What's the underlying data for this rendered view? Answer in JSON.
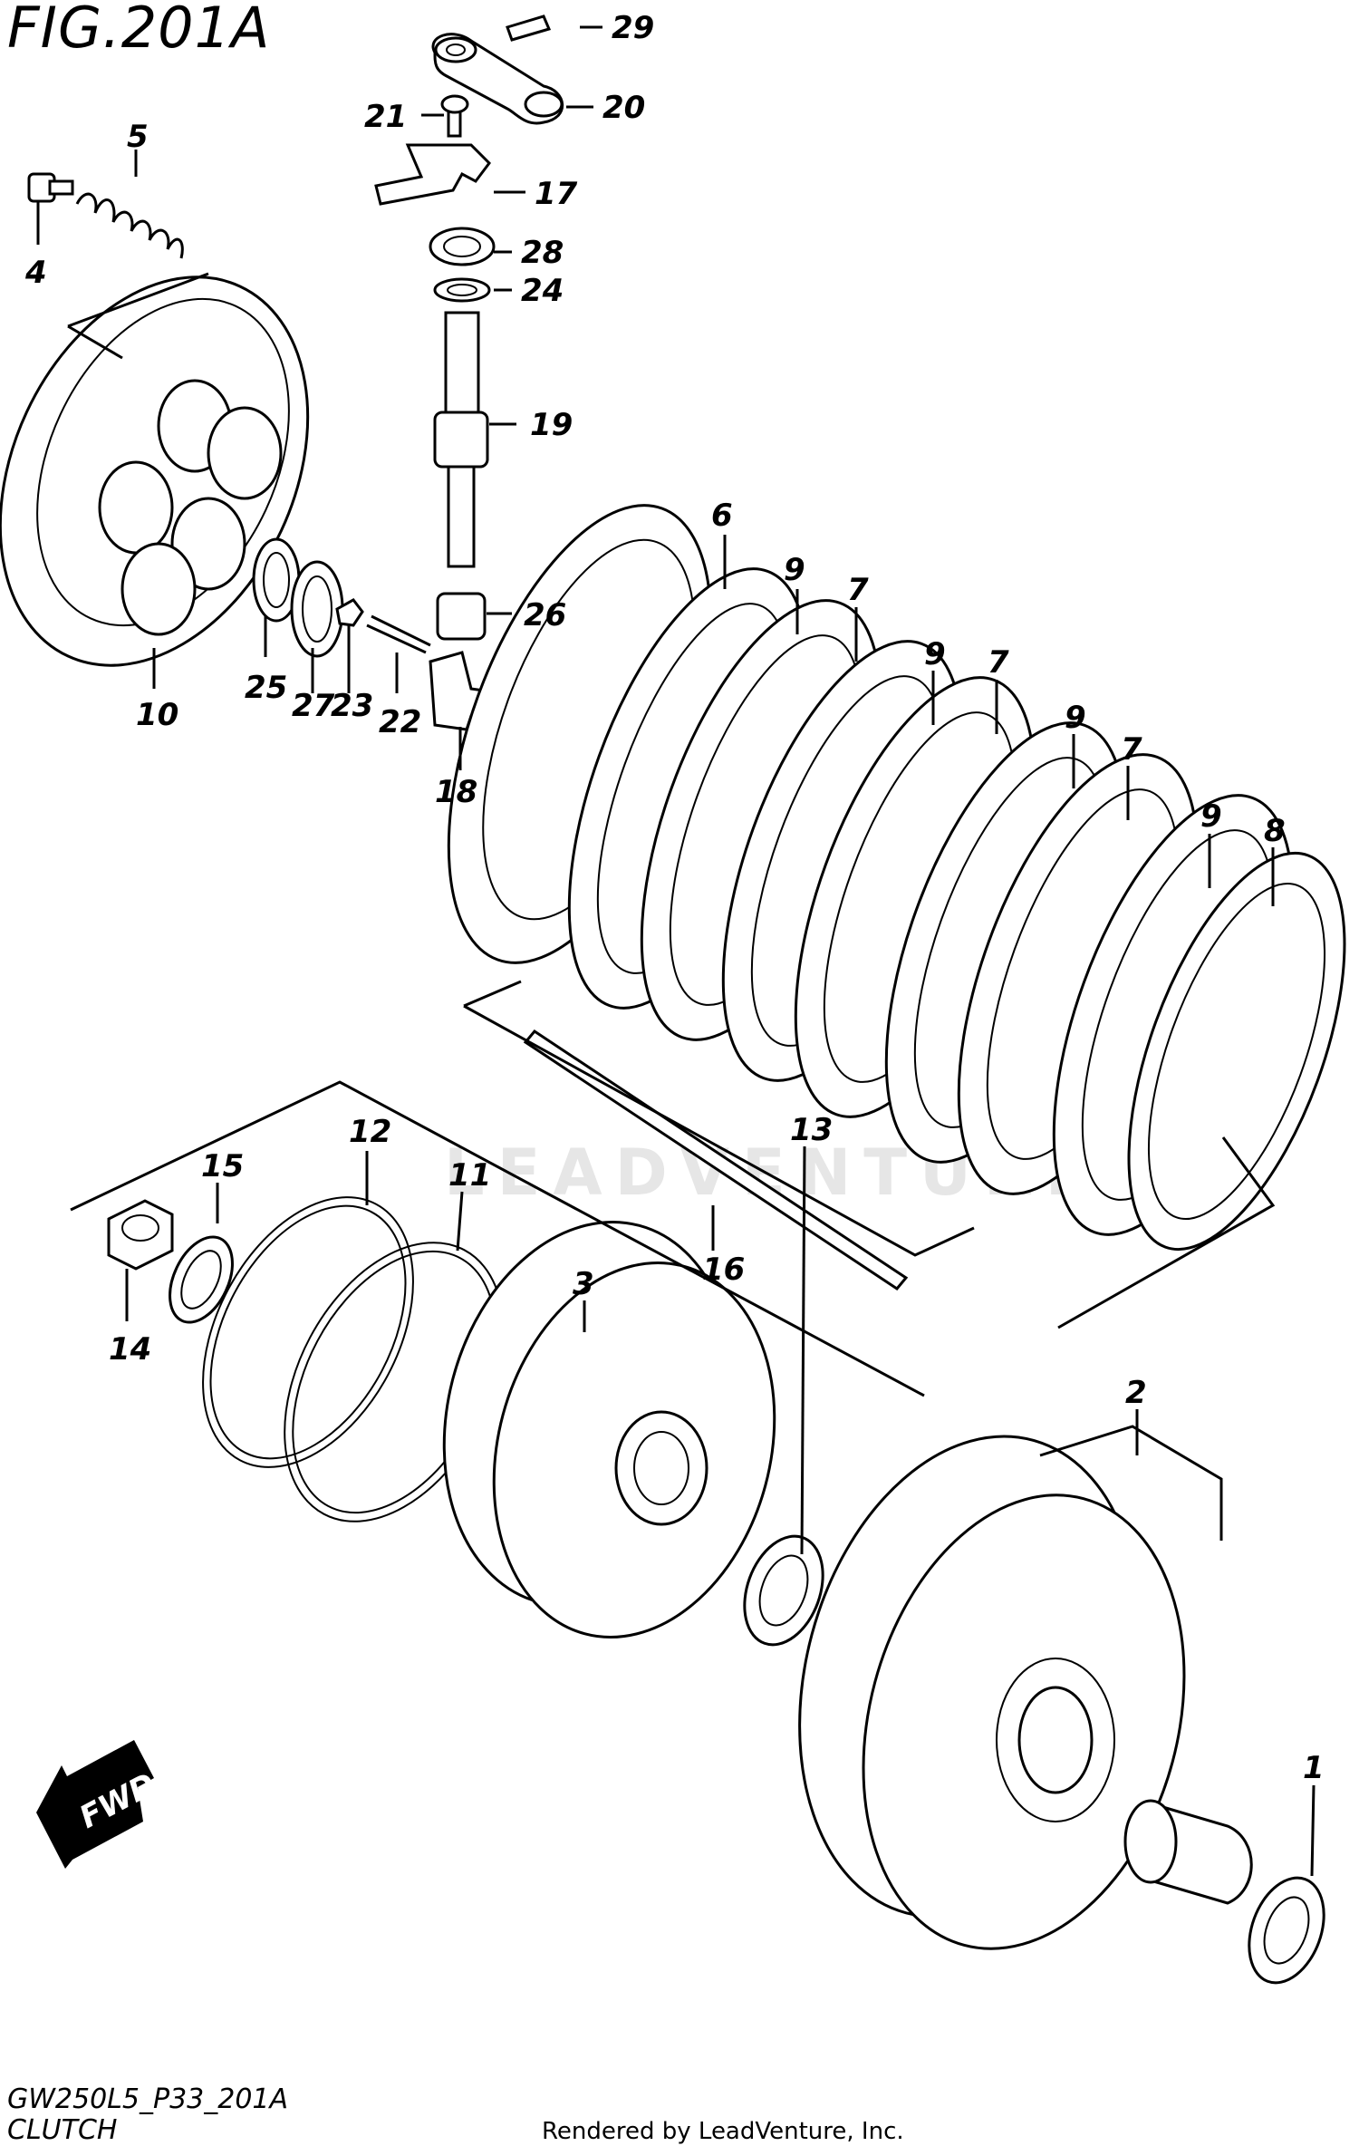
{
  "figure": {
    "title": "FIG.201A",
    "code": "GW250L5_P33_201A",
    "name": "CLUTCH",
    "credit": "Rendered by LeadVenture, Inc.",
    "watermark": "LEADVENTURE"
  },
  "direction_marker": "FWD",
  "parts": [
    {
      "id": "p1",
      "label": "1"
    },
    {
      "id": "p2",
      "label": "2"
    },
    {
      "id": "p3",
      "label": "3"
    },
    {
      "id": "p4",
      "label": "4"
    },
    {
      "id": "p5",
      "label": "5"
    },
    {
      "id": "p6",
      "label": "6"
    },
    {
      "id": "p7a",
      "label": "7"
    },
    {
      "id": "p7b",
      "label": "7"
    },
    {
      "id": "p7c",
      "label": "7"
    },
    {
      "id": "p8",
      "label": "8"
    },
    {
      "id": "p9a",
      "label": "9"
    },
    {
      "id": "p9b",
      "label": "9"
    },
    {
      "id": "p9c",
      "label": "9"
    },
    {
      "id": "p9d",
      "label": "9"
    },
    {
      "id": "p10",
      "label": "10"
    },
    {
      "id": "p11",
      "label": "11"
    },
    {
      "id": "p12",
      "label": "12"
    },
    {
      "id": "p13",
      "label": "13"
    },
    {
      "id": "p14",
      "label": "14"
    },
    {
      "id": "p15",
      "label": "15"
    },
    {
      "id": "p16",
      "label": "16"
    },
    {
      "id": "p17",
      "label": "17"
    },
    {
      "id": "p18",
      "label": "18"
    },
    {
      "id": "p19",
      "label": "19"
    },
    {
      "id": "p20",
      "label": "20"
    },
    {
      "id": "p21",
      "label": "21"
    },
    {
      "id": "p22",
      "label": "22"
    },
    {
      "id": "p23",
      "label": "23"
    },
    {
      "id": "p24",
      "label": "24"
    },
    {
      "id": "p25",
      "label": "25"
    },
    {
      "id": "p26",
      "label": "26"
    },
    {
      "id": "p27",
      "label": "27"
    },
    {
      "id": "p28",
      "label": "28"
    },
    {
      "id": "p29",
      "label": "29"
    }
  ]
}
